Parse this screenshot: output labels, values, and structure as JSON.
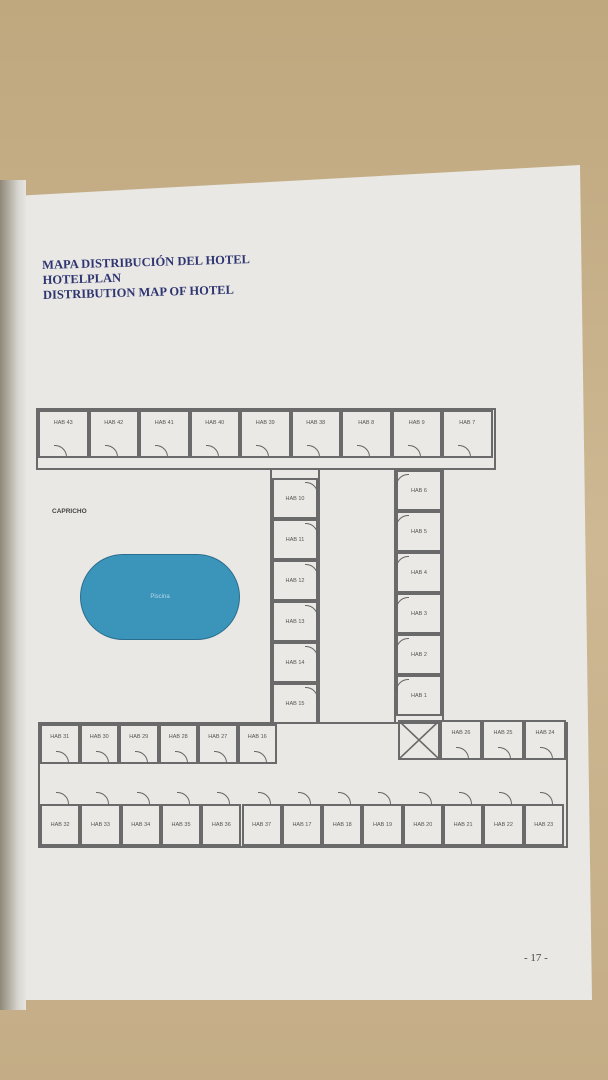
{
  "title_lines": [
    "MAPA DISTRIBUCIÓN DEL HOTEL",
    "HOTELPLAN",
    "DISTRIBUTION MAP OF HOTEL"
  ],
  "area_label": "CAPRICHO",
  "pool_label": "Piscina",
  "page_number": "- 17 -",
  "rooms": {
    "top_row": [
      "HAB 43",
      "HAB 42",
      "HAB 41",
      "HAB 40",
      "HAB 39",
      "HAB 38",
      "HAB 8",
      "HAB 9",
      "HAB 7"
    ],
    "left_wing": [
      "HAB 10",
      "HAB 11",
      "HAB 12",
      "HAB 13",
      "HAB 14",
      "HAB 15"
    ],
    "right_wing": [
      "HAB 6",
      "HAB 5",
      "HAB 4",
      "HAB 3",
      "HAB 2",
      "HAB 1"
    ],
    "lower_left_row": [
      "HAB 31",
      "HAB 30",
      "HAB 29",
      "HAB 28",
      "HAB 27",
      "HAB 16"
    ],
    "lower_right_row": [
      "HAB 26",
      "HAB 25",
      "HAB 24"
    ],
    "bottom_row": [
      "HAB 32",
      "HAB 33",
      "HAB 34",
      "HAB 35",
      "HAB 36",
      "HAB 37",
      "HAB 17",
      "HAB 18",
      "HAB 19",
      "HAB 20",
      "HAB 21",
      "HAB 22",
      "HAB 23"
    ]
  },
  "colors": {
    "pool": "#3b95bb",
    "title": "#2e3570"
  }
}
